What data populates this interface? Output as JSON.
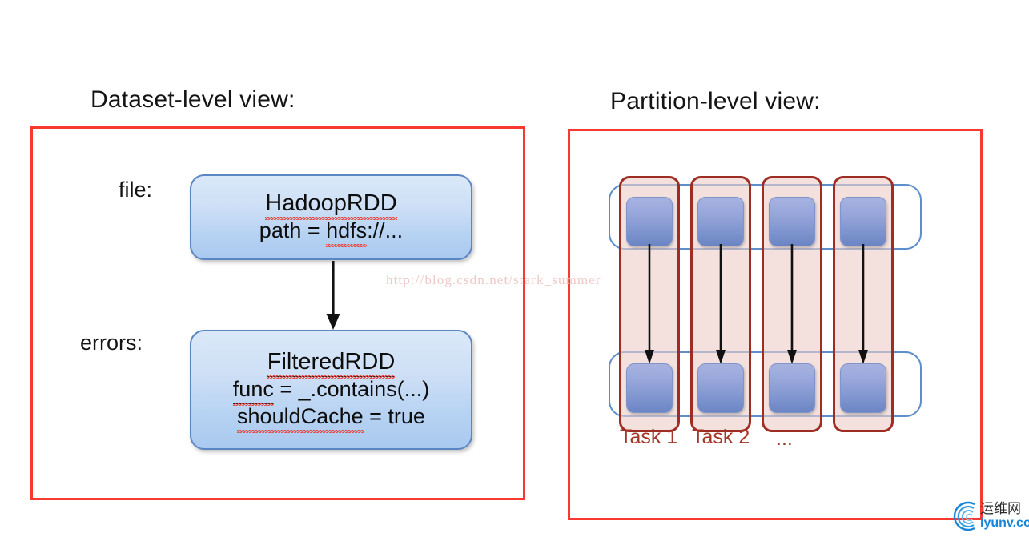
{
  "panels": {
    "left": {
      "title": "Dataset-level view:",
      "rows": [
        {
          "label": "file:",
          "box": "hadoop"
        },
        {
          "label": "errors:",
          "box": "filtered"
        }
      ],
      "boxes": {
        "hadoop": {
          "name": "HadoopRDD",
          "line2_prefix": "path = ",
          "line2_squiggle": "hdfs",
          "line2_suffix": "://..."
        },
        "filtered": {
          "name": "FilteredRDD",
          "line2_squiggle": "func",
          "line2_suffix": " = _.contains(...)",
          "line3_squiggle": "shouldCache",
          "line3_suffix": " = true"
        }
      },
      "arrow": "down-arrow"
    },
    "right": {
      "title": "Partition-level view:",
      "stage_rows": [
        {
          "name": "stage-row-top"
        },
        {
          "name": "stage-row-bottom"
        }
      ],
      "partition_count": 4,
      "task_labels": [
        "Task 1",
        "Task 2",
        "..."
      ]
    }
  },
  "watermark": "http://blog.csdn.net/stark_summer",
  "logo": {
    "cn": "运维网",
    "en": "iyunv.com"
  },
  "colors": {
    "frame_red": "#f8392f",
    "task_border": "#9e2d23",
    "task_fill": "#eecece",
    "stage_border": "#5b8ecb",
    "cell_top": "#9aa8dc",
    "cell_bottom": "#6b85c4",
    "rdd_border": "#5b86c4",
    "task_label": "#a53529",
    "logo_blue": "#1886d8",
    "squiggle_red": "#e8483f"
  }
}
